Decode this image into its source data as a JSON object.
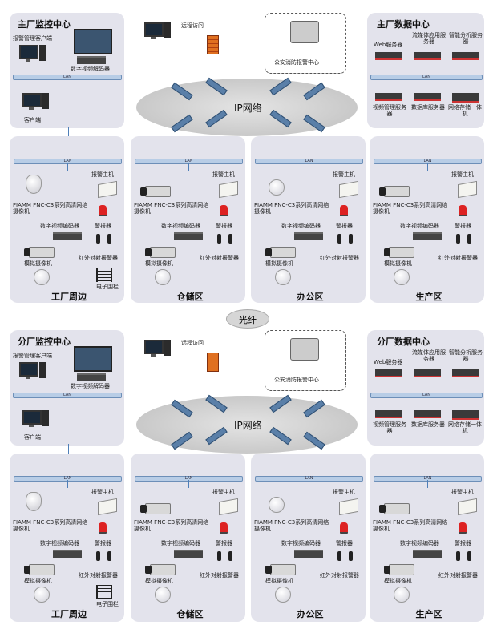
{
  "ip_network": "IP网络",
  "fiber": "光纤",
  "lan": "LAN",
  "remote_access": "远程访问",
  "police_center": "公安消防报警中心",
  "main": {
    "monitor_title": "主厂监控中心",
    "data_title": "主厂数据中心"
  },
  "branch": {
    "monitor_title": "分厂监控中心",
    "data_title": "分厂数据中心"
  },
  "monitor": {
    "client_mgmt": "报警管理客户端",
    "decoder": "数字视频解码器",
    "client": "客户端"
  },
  "datacenter": {
    "web_server": "Web服务器",
    "stream_server": "流媒体应用服务器",
    "analysis_server": "智能分析服务器",
    "video_mgmt_server": "视频管理服务器",
    "db_server": "数据库服务器",
    "storage": "网络存储一体机"
  },
  "zone": {
    "alarm_host": "报警主机",
    "ip_camera": "FIAMM FNC-C3系列高清网络摄像机",
    "encoder": "数字视频编码器",
    "siren": "警报器",
    "analog_camera": "模拟摄像机",
    "ir_detector": "红外对射报警器",
    "fence": "电子围栏"
  },
  "zones": [
    "工厂周边",
    "仓储区",
    "办公区",
    "生产区"
  ]
}
